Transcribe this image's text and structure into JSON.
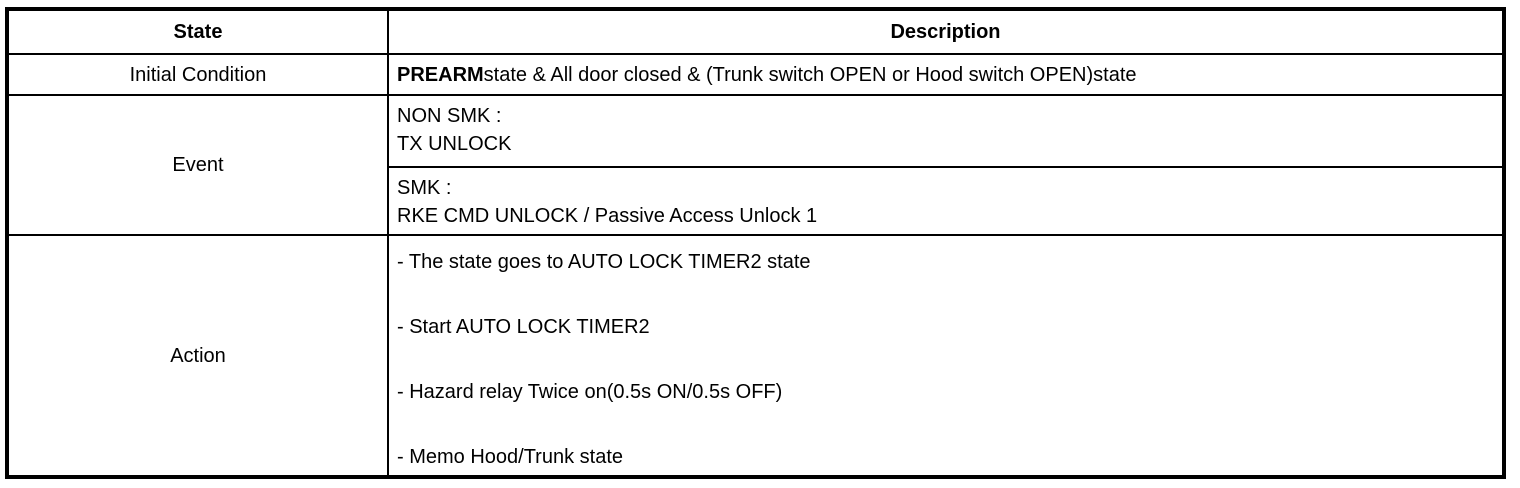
{
  "table": {
    "header": {
      "state": "State",
      "description": "Description"
    },
    "rows": {
      "initial_condition": {
        "label": "Initial Condition",
        "description_bold": "PREARM",
        "description_rest": "state & All door closed & (Trunk switch OPEN or Hood switch OPEN)state"
      },
      "event": {
        "label": "Event",
        "non_smk": {
          "line1": "NON SMK :",
          "line2": "TX UNLOCK"
        },
        "smk": {
          "line1": "SMK :",
          "line2": "RKE CMD UNLOCK / Passive Access Unlock 1"
        }
      },
      "action": {
        "label": "Action",
        "items": [
          "- The state goes to AUTO LOCK TIMER2 state",
          "- Start AUTO LOCK TIMER2",
          "- Hazard relay Twice on(0.5s ON/0.5s OFF)",
          "- Memo Hood/Trunk state"
        ]
      }
    },
    "colors": {
      "border": "#000000",
      "text": "#000000",
      "background": "#ffffff"
    }
  }
}
